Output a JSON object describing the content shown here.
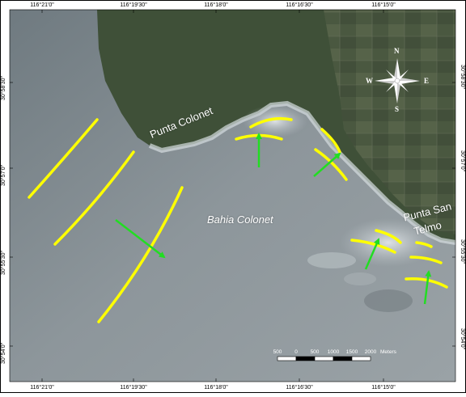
{
  "map": {
    "place_labels": {
      "punta_colonet": "Punta Colonet",
      "bahia_colonet": "Bahia Colonet",
      "punta_san_telmo_line1": "Punta San",
      "punta_san_telmo_line2": "Telmo"
    },
    "longitude_ticks": [
      "116°21'0\"",
      "116°19'30\"",
      "116°18'0\"",
      "116°16'30\"",
      "116°15'0\""
    ],
    "latitude_ticks": [
      "30°58'30\"",
      "30°57'0\"",
      "30°55'30\"",
      "30°54'0\""
    ],
    "compass": {
      "n": "N",
      "s": "S",
      "e": "E",
      "w": "W",
      "icon": "north-arrow-compass-rose"
    },
    "scale_bar": {
      "labels": [
        "500",
        "0",
        "500",
        "1000",
        "1500",
        "2000"
      ],
      "unit": "Meters"
    },
    "colors": {
      "wave_crest": "#ffff00",
      "wave_direction_arrow": "#22dd22",
      "ocean": "#8a9298",
      "land": "#3f5038",
      "shore_surf": "#d0d8dc"
    },
    "legend_semantics": {
      "wave_crest_lines": "yellow",
      "propagation_arrows": "green"
    }
  }
}
